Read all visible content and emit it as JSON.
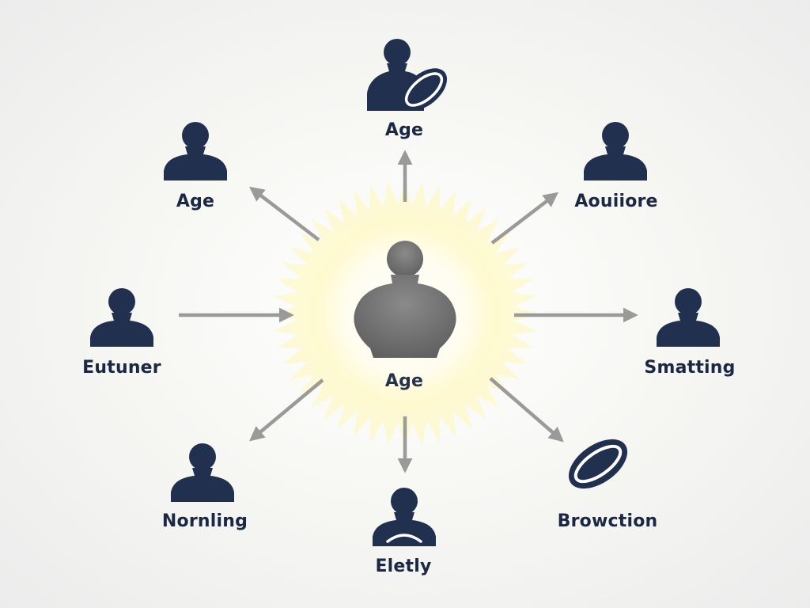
{
  "diagram": {
    "colors": {
      "figure": "#22304f",
      "center_figure": "#707070",
      "arrow": "#9a9a9a",
      "glow": "#fffbd2",
      "label": "#1c2744"
    },
    "center": {
      "label": "Age",
      "icon": "person-silhouette-icon"
    },
    "nodes": [
      {
        "id": "top",
        "label": "Age",
        "icon": "person-with-rugby-ball-icon",
        "arrow_direction": "outward"
      },
      {
        "id": "top-left",
        "label": "Age",
        "icon": "person-silhouette-icon",
        "arrow_direction": "outward"
      },
      {
        "id": "top-right",
        "label": "Aouiiore",
        "icon": "person-silhouette-icon",
        "arrow_direction": "outward"
      },
      {
        "id": "left",
        "label": "Eutuner",
        "icon": "person-silhouette-icon",
        "arrow_direction": "inward"
      },
      {
        "id": "right",
        "label": "Smatting",
        "icon": "person-silhouette-icon",
        "arrow_direction": "outward"
      },
      {
        "id": "bottom-left",
        "label": "Nornling",
        "icon": "person-silhouette-icon",
        "arrow_direction": "outward"
      },
      {
        "id": "bottom",
        "label": "Eletly",
        "icon": "person-silhouette-icon",
        "arrow_direction": "outward"
      },
      {
        "id": "bottom-right",
        "label": "Browction",
        "icon": "rugby-ball-icon",
        "arrow_direction": "outward"
      }
    ]
  }
}
